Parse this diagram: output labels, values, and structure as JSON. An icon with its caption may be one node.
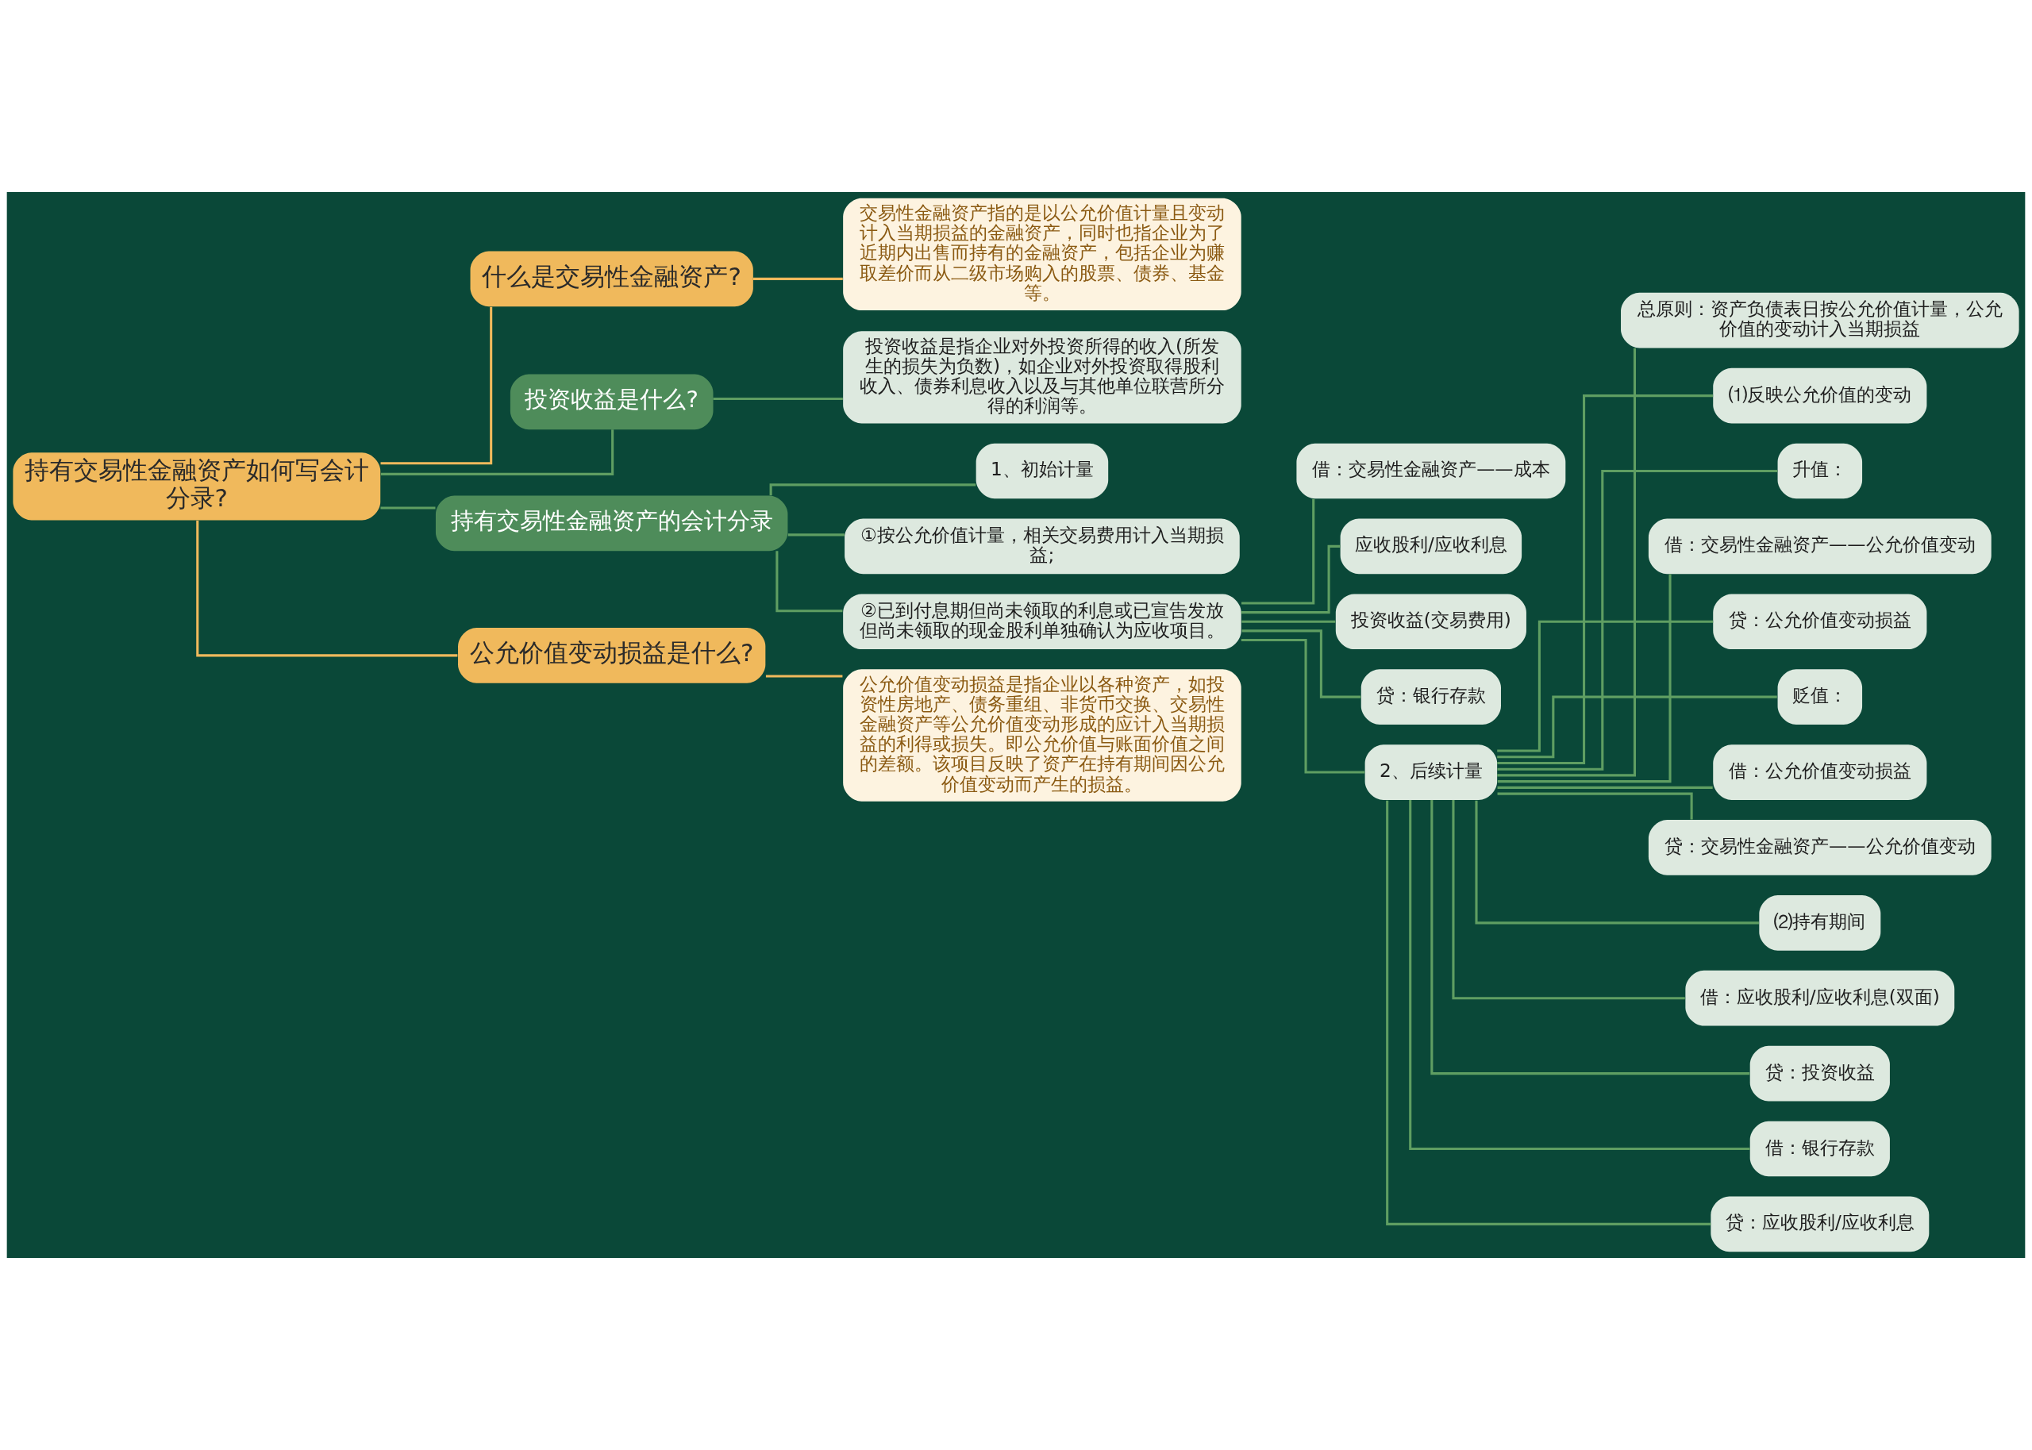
{
  "diagram": {
    "nodes": [
      {
        "text": [
          "持有交易性金融资产如何写会计分录?"
        ]
      },
      {
        "text": [
          "什么是交易性金融资产?"
        ]
      },
      {
        "text": [
          "交易性金融资产指的是以公允价值计量且变动计入当期损益的金融资产，同时也指企业为了近期内出售而持有的金融资产，包括企业为赚取差价而从二级市场购入的股票、债券、基金等。"
        ]
      },
      {
        "text": [
          "投资收益是什么?"
        ]
      },
      {
        "text": [
          "投资收益是指企业对外投资所得的收入(所发生的损失为负数)，如企业对外投资取得股利收入、债券利息收入以及与其他单位联营所分得的利润等。"
        ]
      },
      {
        "text": [
          "持有交易性金融资产的会计分录"
        ]
      },
      {
        "text": [
          "1、初始计量"
        ]
      },
      {
        "text": [
          "①按公允价值计量，相关交易费用计入当期损益;"
        ]
      },
      {
        "text": [
          "②已到付息期但尚未领取的利息或已宣告发放但尚未领取的现金股利单独确认为应收项目。"
        ]
      },
      {
        "text": [
          "借：交易性金融资产——成本"
        ]
      },
      {
        "text": [
          "应收股利/应收利息"
        ]
      },
      {
        "text": [
          "投资收益(交易费用)"
        ]
      },
      {
        "text": [
          "贷：银行存款"
        ]
      },
      {
        "text": [
          "2、后续计量"
        ]
      },
      {
        "text": [
          "总原则：资产负债表日按公允价值计量，公允价值的变动计入当期损益"
        ]
      },
      {
        "text": [
          "⑴反映公允价值的变动"
        ]
      },
      {
        "text": [
          "升值："
        ]
      },
      {
        "text": [
          "借：交易性金融资产——公允价值变动"
        ]
      },
      {
        "text": [
          "贷：公允价值变动损益"
        ]
      },
      {
        "text": [
          "贬值："
        ]
      },
      {
        "text": [
          "借：公允价值变动损益"
        ]
      },
      {
        "text": [
          "贷：交易性金融资产——公允价值变动"
        ]
      },
      {
        "text": [
          "⑵持有期间"
        ]
      },
      {
        "text": [
          "借：应收股利/应收利息(双面)"
        ]
      },
      {
        "text": [
          "贷：投资收益"
        ]
      },
      {
        "text": [
          "借：银行存款"
        ]
      },
      {
        "text": [
          "贷：应收股利/应收利息"
        ]
      },
      {
        "text": [
          "公允价值变动损益是什么?"
        ]
      },
      {
        "text": [
          "公允价值变动损益是指企业以各种资产，如投资性房地产、债务重组、非货币交换、交易性金融资产等公允价值变动形成的应计入当期损益的利得或损失。即公允价值与账面价值之间的差额。该项目反映了资产在持有期间因公允价值变动而产生的损益。"
        ]
      }
    ],
    "edges": [
      {
        "from": 0,
        "to": 1,
        "arrow": "none",
        "color": "#f0b95c"
      },
      {
        "from": 1,
        "to": 2,
        "arrow": "none",
        "color": "#f0b95c"
      },
      {
        "from": 0,
        "to": 3,
        "arrow": "none"
      },
      {
        "from": 3,
        "to": 4,
        "arrow": "none"
      },
      {
        "from": 0,
        "to": 5,
        "arrow": "none"
      },
      {
        "from": 5,
        "to": 6,
        "arrow": "none"
      },
      {
        "from": 5,
        "to": 7,
        "arrow": "none"
      },
      {
        "from": 5,
        "to": 8,
        "arrow": "none"
      },
      {
        "from": 8,
        "to": 9,
        "arrow": "none"
      },
      {
        "from": 8,
        "to": 10,
        "arrow": "none"
      },
      {
        "from": 8,
        "to": 11,
        "arrow": "none"
      },
      {
        "from": 8,
        "to": 12,
        "arrow": "none"
      },
      {
        "from": 8,
        "to": 13,
        "arrow": "none"
      },
      {
        "from": 13,
        "to": 14,
        "arrow": "none"
      },
      {
        "from": 13,
        "to": 15,
        "arrow": "none"
      },
      {
        "from": 13,
        "to": 16,
        "arrow": "none"
      },
      {
        "from": 13,
        "to": 17,
        "arrow": "none"
      },
      {
        "from": 13,
        "to": 18,
        "arrow": "none"
      },
      {
        "from": 13,
        "to": 19,
        "arrow": "none"
      },
      {
        "from": 13,
        "to": 20,
        "arrow": "none"
      },
      {
        "from": 13,
        "to": 21,
        "arrow": "none"
      },
      {
        "from": 13,
        "to": 22,
        "arrow": "none"
      },
      {
        "from": 13,
        "to": 23,
        "arrow": "none"
      },
      {
        "from": 13,
        "to": 24,
        "arrow": "none"
      },
      {
        "from": 13,
        "to": 25,
        "arrow": "none"
      },
      {
        "from": 13,
        "to": 26,
        "arrow": "none"
      },
      {
        "from": 0,
        "to": 27,
        "arrow": "none",
        "color": "#f0b95c"
      },
      {
        "from": 27,
        "to": 28,
        "arrow": "none",
        "color": "#f0b95c"
      }
    ]
  }
}
